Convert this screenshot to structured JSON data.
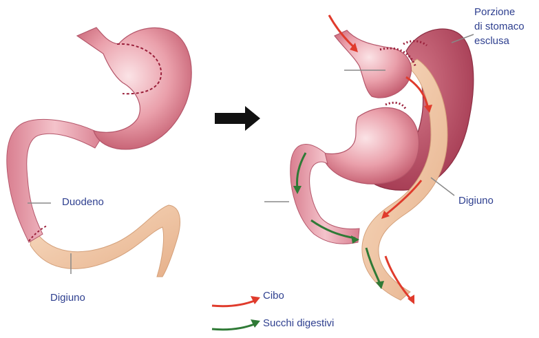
{
  "labels": {
    "duodeno": "Duodeno",
    "digiuno_left": "Digiuno",
    "porzione_line1": "Porzione",
    "porzione_line2": "di stomaco",
    "porzione_line3": "esclusa",
    "digiuno_right": "Digiuno"
  },
  "legend": {
    "food": "Cibo",
    "juices": "Succhi digestivi"
  },
  "colors": {
    "stomach": "#e99aa5",
    "stomach_dark": "#c25a6d",
    "excluded_stomach": "#b5465c",
    "jejunum": "#f1c7a4",
    "label_text": "#2e3f8f",
    "food_arrow": "#e03b2c",
    "juices_arrow": "#2f7a36",
    "staple_line": "#9a1f3a",
    "process_arrow": "#111111"
  }
}
